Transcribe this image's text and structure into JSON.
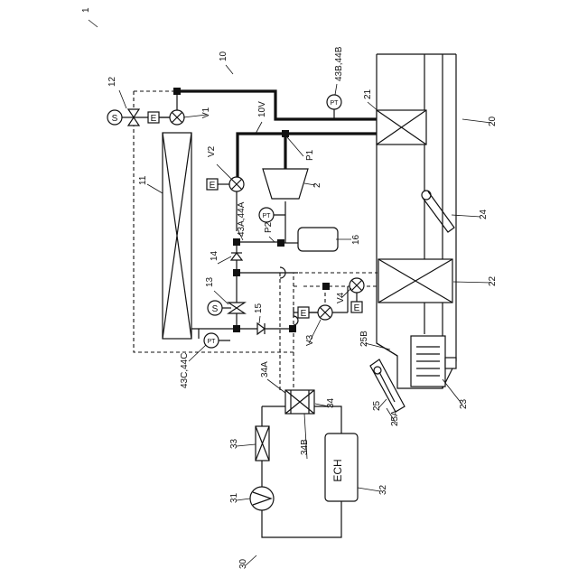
{
  "labels": {
    "fig": "1",
    "sys10": "10",
    "valve12": "12",
    "v1": "V1",
    "line10v": "10V",
    "pt_top": "43B,44B",
    "comp21": "21",
    "sys20": "20",
    "v2": "V2",
    "p1": "P1",
    "comp2": "2",
    "comp11": "11",
    "pt_mid": "43A,44A",
    "p2": "P2",
    "comp16": "16",
    "comp24": "24",
    "valve14": "14",
    "comp22": "22",
    "valve13": "13",
    "valve15": "15",
    "v4": "V4",
    "v3": "V3",
    "comp25b": "25B",
    "pt_low": "43C,44C",
    "comp34a": "34A",
    "comp34": "34",
    "comp25": "25",
    "comp25a": "25A",
    "comp23": "23",
    "comp33": "33",
    "comp34b": "34B",
    "pump31": "31",
    "ech": "ECH",
    "comp32": "32",
    "sys30": "30"
  },
  "symbols": {
    "solenoid": "S",
    "expansion": "E",
    "pressure_temp": "PT"
  }
}
